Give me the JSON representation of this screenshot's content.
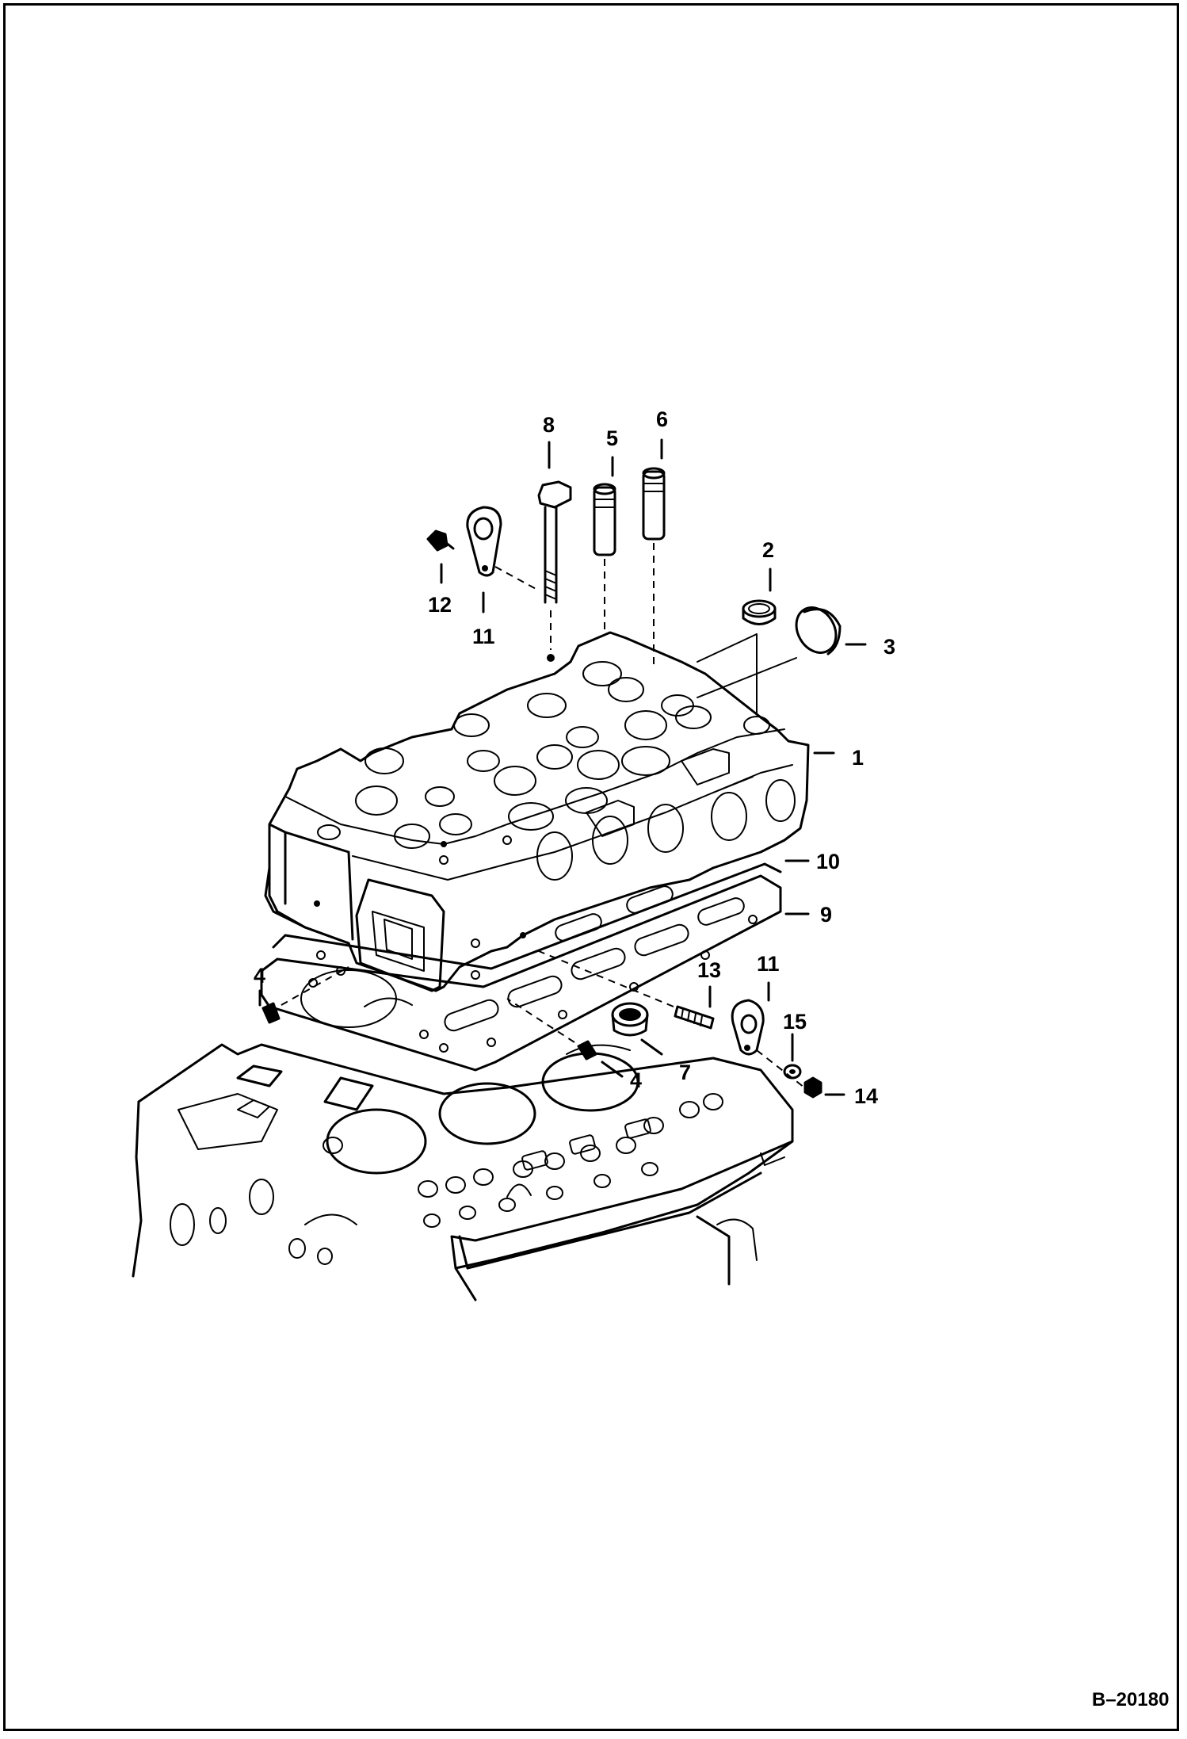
{
  "callouts": {
    "c1": "1",
    "c2": "2",
    "c3": "3",
    "c4a": "4",
    "c4b": "4",
    "c5": "5",
    "c6": "6",
    "c7": "7",
    "c8": "8",
    "c9": "9",
    "c10": "10",
    "c11a": "11",
    "c11b": "11",
    "c12": "12",
    "c13": "13",
    "c14": "14",
    "c15": "15"
  },
  "document_number": "B–20180"
}
